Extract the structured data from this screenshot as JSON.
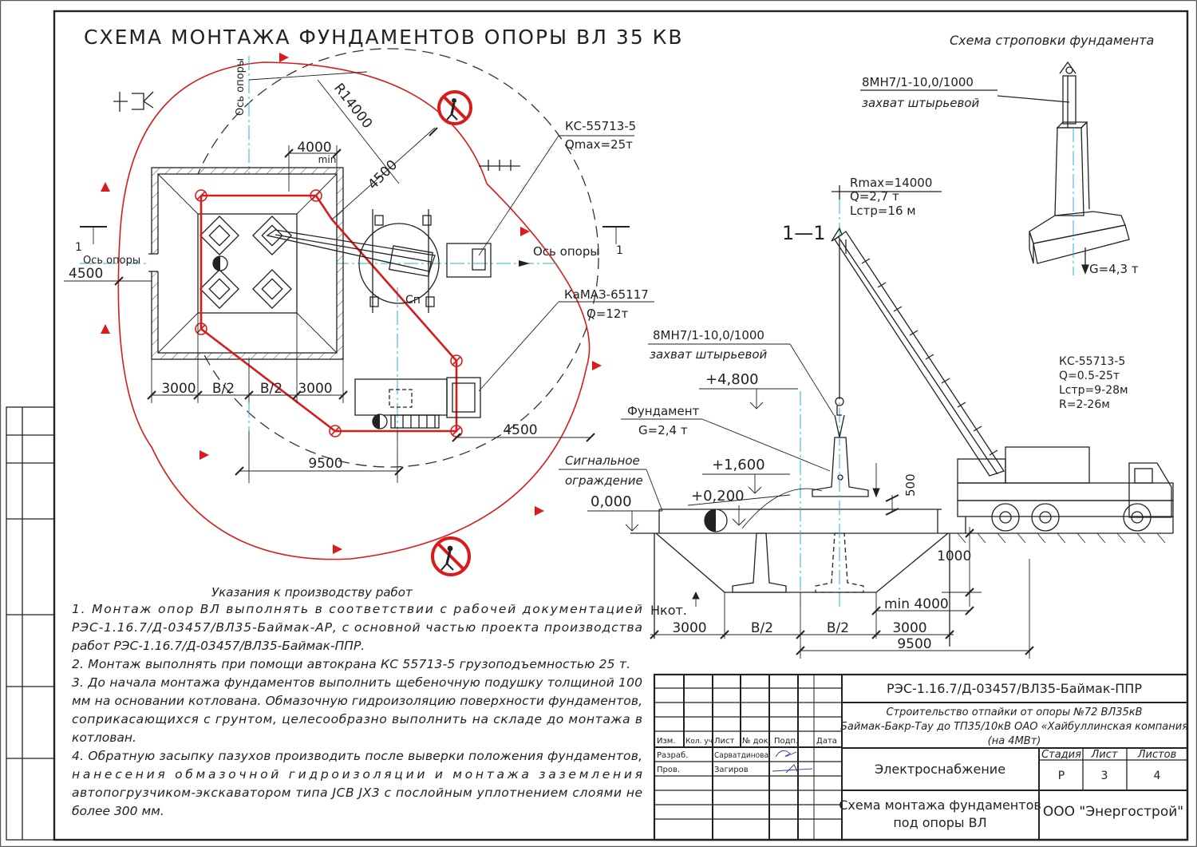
{
  "title": "СХЕМА МОНТАЖА ФУНДАМЕНТОВ ОПОРЫ ВЛ 35 КВ",
  "plan": {
    "radius": "R14000",
    "axis_label_v": "Ось опоры",
    "axis_label_h": "Ось опоры",
    "axis_label_right": "Ось опоры",
    "dim_4000": "4000",
    "dim_min": "min",
    "dim_4500_diag": "4500",
    "dim_4500_left": "4500",
    "dim_4500_bottom": "4500",
    "dim_9500": "9500",
    "section_mark_left": "1",
    "section_mark_right": "1",
    "crane_model": "КС-55713-5",
    "crane_qmax": "Qmax=25т",
    "truck_model": "КаМАЗ-65117",
    "truck_q": "Q=12т",
    "crane_center": "Сп",
    "dims_bottom": [
      "3000",
      "В/2",
      "В/2",
      "3000"
    ]
  },
  "sling": {
    "title": "Схема строповки фундамента",
    "grip_code": "8МН7/1-10,0/1000",
    "grip_name": "захват штырьевой",
    "weight": "G=4,3 т"
  },
  "section": {
    "label": "1—1",
    "rmax": "Rmax=14000",
    "q": "Q=2,7 т",
    "lstr": "Lстр=16 м",
    "grip_code": "8МН7/1-10,0/1000",
    "grip_name": "захват штырьевой",
    "level_4800": "+4,800",
    "foundation": "Фундамент",
    "foundation_g": "G=2,4 т",
    "signal_1": "Сигнальное",
    "signal_2": "ограждение",
    "level_1600": "+1,600",
    "level_200": "+0,200",
    "level_000": "0,000",
    "dim_500": "500",
    "dim_1000": "1000",
    "hkot": "Нкот.",
    "min4000": "min 4000",
    "dims_bottom": [
      "3000",
      "В/2",
      "В/2",
      "3000"
    ],
    "dim_9500": "9500",
    "crane_model": "КС-55713-5",
    "crane_q": "Q=0.5-25т",
    "crane_l": "Lстр=9-28м",
    "crane_r": "R=2-26м"
  },
  "notes": {
    "heading": "Указания к производству работ",
    "lines": [
      "1. Монтаж опор ВЛ выполнять в соответствии с рабочей документацией",
      "РЭС-1.16.7/Д-03457/ВЛ35-Баймак-АР, с основной частью проекта производства",
      "работ РЭС-1.16.7/Д-03457/ВЛ35-Баймак-ППР.",
      "2. Монтаж выполнять при помощи автокрана КС 55713-5 грузоподъемностью 25 т.",
      "3. До начала монтажа фундаментов выполнить щебеночную подушку толщиной 100",
      "мм на основании котлована. Обмазочную гидроизоляцию поверхности фундаментов,",
      "соприкасающихся с грунтом, целесообразно выполнить на складе до монтажа в",
      "котлован.",
      "4. Обратную засыпку пазухов производить после выверки положения фундаментов,",
      "нанесения обмазочной гидроизоляции и монтажа заземления",
      "автопогрузчиком-экскаватором типа JCB JX3 с послойным уплотнением слоями не",
      "более 300 мм."
    ]
  },
  "stamp": {
    "doc_code": "РЭС-1.16.7/Д-03457/ВЛ35-Баймак-ППР",
    "project_1": "Строительство отпайки от опоры №72 ВЛ35кВ",
    "project_2": "Баймак-Бакр-Тау до ТП35/10кВ ОАО «Хайбуллинская компания",
    "project_3": "(на 4МВт)",
    "col_izm": "Изм.",
    "col_kol": "Кол. уч",
    "col_list": "Лист",
    "col_ndok": "№ док",
    "col_podp": "Подп.",
    "col_data": "Дата",
    "role_1": "Разраб.",
    "name_1": "Сарватдинова",
    "role_2": "Пров.",
    "name_2": "Загиров",
    "section_name": "Электроснабжение",
    "stage_h": "Стадия",
    "list_h": "Лист",
    "lists_h": "Листов",
    "stage_v": "Р",
    "list_v": "3",
    "lists_v": "4",
    "sheet_title_1": "Схема монтажа фундаментов",
    "sheet_title_2": "под опоры ВЛ",
    "company": "ООО \"Энергострой\""
  },
  "colors": {
    "ink": "#222222",
    "danger": "#d81b1b",
    "axis": "#2ab0d8"
  }
}
